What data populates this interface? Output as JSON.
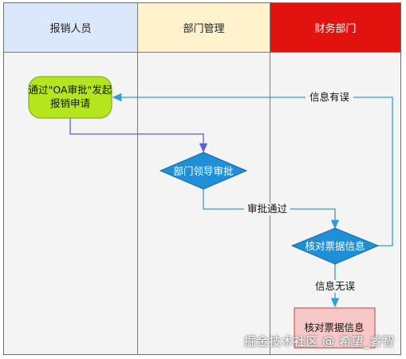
{
  "lanes": [
    {
      "title": "报销人员",
      "color": "#dbe8fb"
    },
    {
      "title": "部门管理",
      "color": "#fff2cc"
    },
    {
      "title": "财务部门",
      "color": "#e2130e"
    }
  ],
  "nodes": {
    "start": {
      "line1": "通过\"OA审批\"发起",
      "line2": "报销申请",
      "color": "#b5e61d"
    },
    "dept_approval": {
      "label": "部门领导审批",
      "color": "#1f8fd8"
    },
    "check_decision": {
      "label": "核对票据信息",
      "color": "#1f8fd8"
    },
    "check_box": {
      "label": "核对票据信息",
      "color": "#f8c8c8"
    }
  },
  "edges": {
    "approved": "审批通过",
    "info_error": "信息有误",
    "info_ok": "信息无误"
  },
  "colors": {
    "arrow": "#2f9fdc",
    "arrow_purple": "#5c5fd6"
  },
  "watermark": "掘金技术社区 @ 希望_睿智"
}
